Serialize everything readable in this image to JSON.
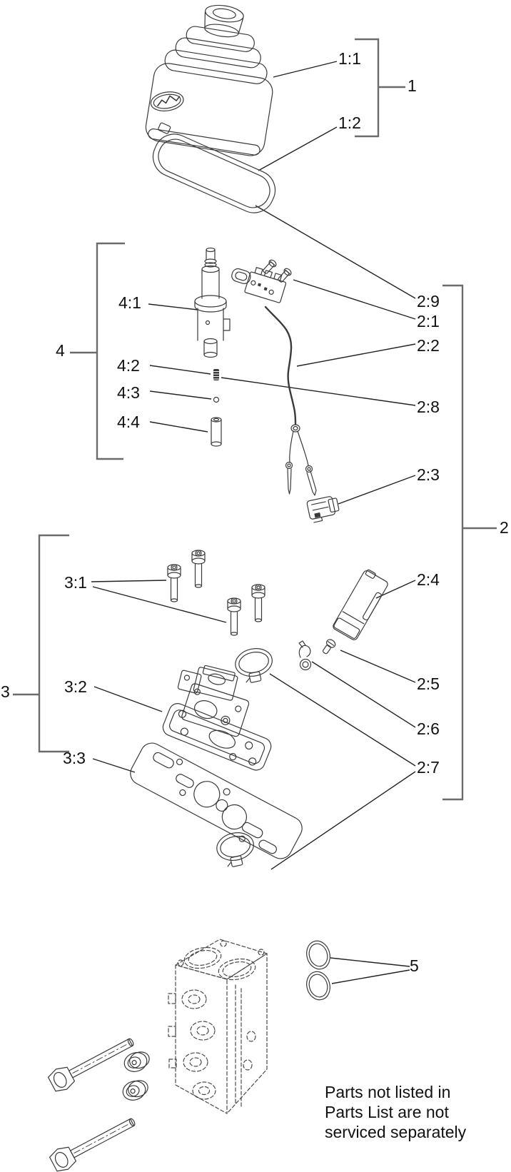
{
  "diagram": {
    "callouts": {
      "g1": "1",
      "g2": "2",
      "g3": "3",
      "g4": "4",
      "g5": "5",
      "p1_1": "1:1",
      "p1_2": "1:2",
      "p2_1": "2:1",
      "p2_2": "2:2",
      "p2_3": "2:3",
      "p2_4": "2:4",
      "p2_5": "2:5",
      "p2_6": "2:6",
      "p2_7": "2:7",
      "p2_8": "2:8",
      "p2_9": "2:9",
      "p3_1": "3:1",
      "p3_2": "3:2",
      "p3_3": "3:3",
      "p4_1": "4:1",
      "p4_2": "4:2",
      "p4_3": "4:3",
      "p4_4": "4:4"
    },
    "note": {
      "line1": "Parts not listed in",
      "line2": "Parts List are not",
      "line3": "serviced separately"
    },
    "colors": {
      "line": "#3a3a3a",
      "bracket": "#6b6b6b",
      "leader": "#222222",
      "text": "#111111",
      "background": "#ffffff"
    }
  }
}
